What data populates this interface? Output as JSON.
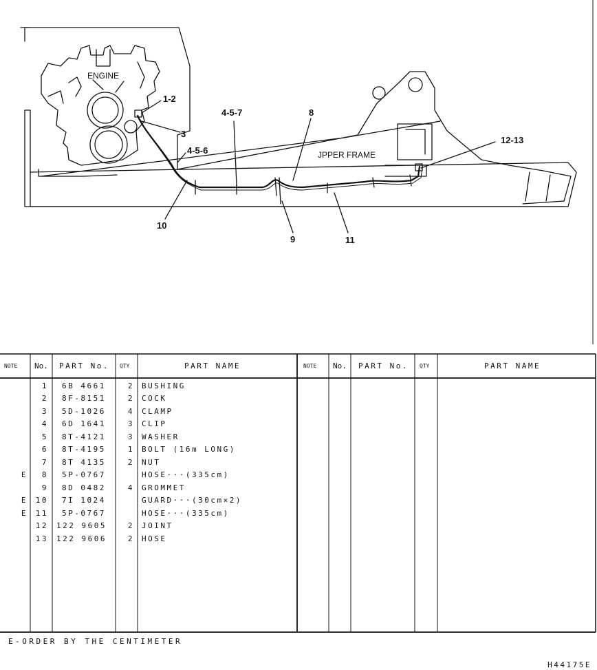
{
  "drawing": {
    "labels": {
      "engine": "ENGINE",
      "upper_frame": "JPPER FRAME"
    },
    "callouts": {
      "c1": "1-2",
      "c2": "3",
      "c3": "4-5-7",
      "c4": "8",
      "c5": "4-5-6",
      "c6": "12-13",
      "c7": "10",
      "c8": "9",
      "c9": "11"
    }
  },
  "table": {
    "headers": {
      "note": "NOTE",
      "no": "No.",
      "part_no": "PART No.",
      "qty": "QTY",
      "part_name": "PART NAME"
    },
    "rows": [
      {
        "note": "",
        "no": "1",
        "part_no": "6B 4661",
        "qty": "2",
        "name": "BUSHING"
      },
      {
        "note": "",
        "no": "2",
        "part_no": "8F-8151",
        "qty": "2",
        "name": "COCK"
      },
      {
        "note": "",
        "no": "3",
        "part_no": "5D-1026",
        "qty": "4",
        "name": "CLAMP"
      },
      {
        "note": "",
        "no": "4",
        "part_no": "6D 1641",
        "qty": "3",
        "name": "CLIP"
      },
      {
        "note": "",
        "no": "5",
        "part_no": "8T-4121",
        "qty": "3",
        "name": "WASHER"
      },
      {
        "note": "",
        "no": "6",
        "part_no": "8T-4195",
        "qty": "1",
        "name": "BOLT (16m LONG)"
      },
      {
        "note": "",
        "no": "7",
        "part_no": "8T 4135",
        "qty": "2",
        "name": "NUT"
      },
      {
        "note": "E",
        "no": "8",
        "part_no": "5P-0767",
        "qty": "",
        "name": "HOSE···(335cm)"
      },
      {
        "note": "",
        "no": "9",
        "part_no": "8D 0482",
        "qty": "4",
        "name": "GROMMET"
      },
      {
        "note": "E",
        "no": "10",
        "part_no": "7I 1024",
        "qty": "",
        "name": "GUARD···(30cm×2)"
      },
      {
        "note": "E",
        "no": "11",
        "part_no": "5P-0767",
        "qty": "",
        "name": "HOSE···(335cm)"
      },
      {
        "note": "",
        "no": "12",
        "part_no": "122 9605",
        "qty": "2",
        "name": "JOINT"
      },
      {
        "note": "",
        "no": "13",
        "part_no": "122 9606",
        "qty": "2",
        "name": "HOSE"
      }
    ]
  },
  "footer": {
    "note": "E-ORDER BY THE CENTIMETER",
    "drawing_code": "H44175E"
  }
}
